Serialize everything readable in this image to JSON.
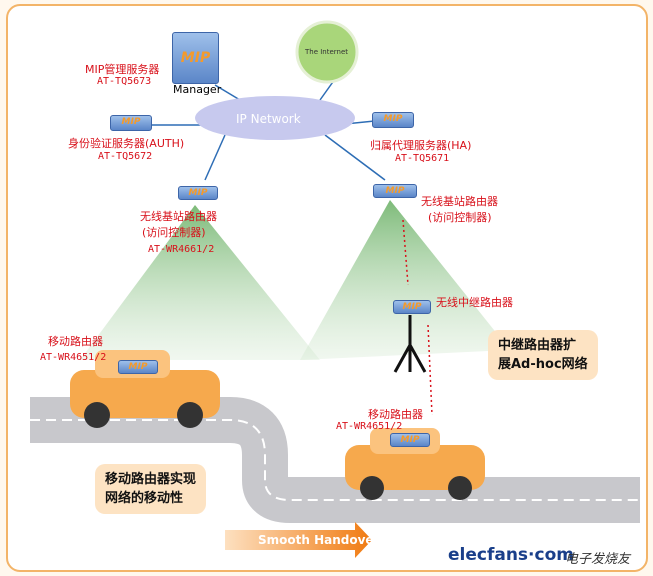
{
  "network": {
    "cloud_label": "IP Network",
    "internet_label": "The Internet"
  },
  "manager": {
    "label": "Manager",
    "name": "MIP管理服务器",
    "model": "AT-TQ5673",
    "badge": "MIP"
  },
  "auth": {
    "name": "身份验证服务器(AUTH)",
    "model": "AT-TQ5672"
  },
  "ha": {
    "name": "归属代理服务器(HA)",
    "model": "AT-TQ5671"
  },
  "base_left": {
    "name": "无线基站路由器",
    "sub": "(访问控制器)",
    "model": "AT-WR4661/2"
  },
  "base_right": {
    "name": "无线基站路由器",
    "sub": "(访问控制器)"
  },
  "relay": {
    "name": "无线中继路由器"
  },
  "mobile_left": {
    "name": "移动路由器",
    "model": "AT-WR4651/2"
  },
  "mobile_right": {
    "name": "移动路由器",
    "model": "AT-WR4651/2"
  },
  "notes": {
    "relay_note_1": "中继路由器扩",
    "relay_note_2": "展Ad-hoc网络",
    "mobile_note_1": "移动路由器实现",
    "mobile_note_2": "网络的移动性"
  },
  "handover": "Smooth Handover",
  "watermark": {
    "site": "elecfans·com",
    "brand": "电子发烧友"
  },
  "colors": {
    "label_red": "#d8101a",
    "frame_orange": "#f3b468",
    "coverage_green": "#8fc48a"
  }
}
